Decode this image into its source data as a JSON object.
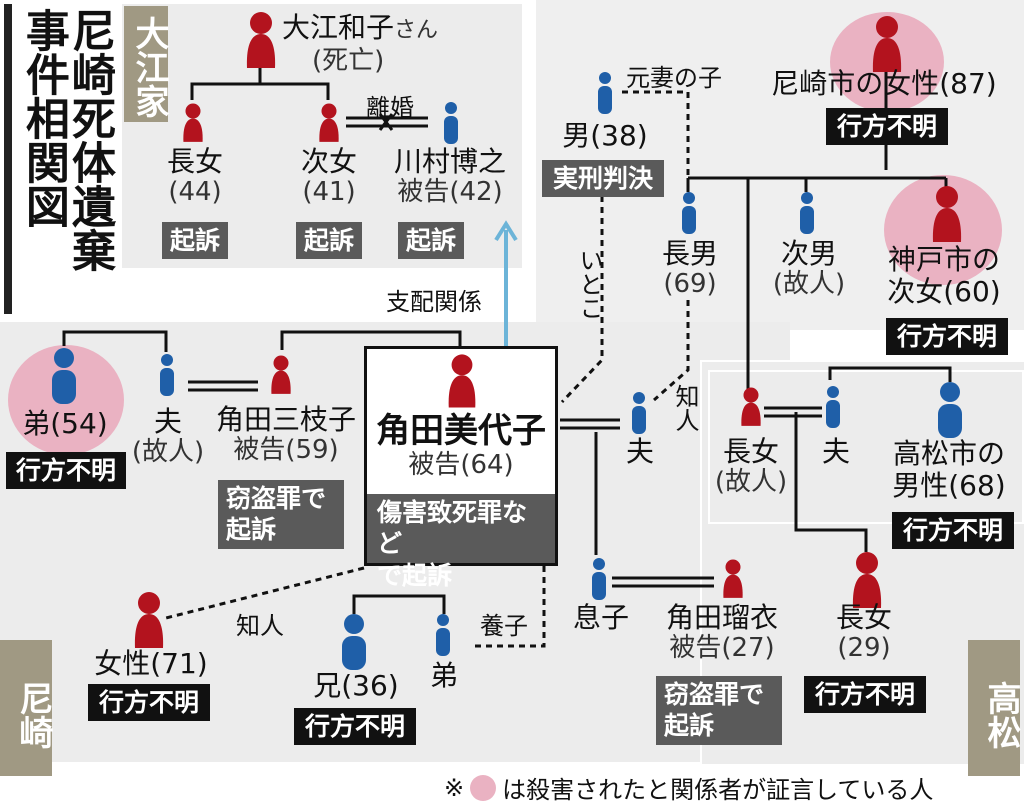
{
  "title": "尼崎死体遺棄事件相関図",
  "groups": {
    "oe": "大江家",
    "amagasaki": "尼崎",
    "takamatsu": "高松"
  },
  "footnote": "※",
  "footnote_text": "は殺害されたと関係者が証言している人",
  "relations": {
    "divorce": "離婚",
    "control": "支配関係",
    "ex_wife_child": "元妻の子",
    "cousin": "いとこ",
    "acquaintance": "知人",
    "acquaintance2": "知人",
    "adopted": "養子"
  },
  "people": {
    "oe_kazuko": {
      "name": "大江和子",
      "suffix": "さん",
      "note": "(死亡)"
    },
    "oe_eldest": {
      "name": "長女",
      "age": "(44)",
      "badge": "起訴"
    },
    "oe_second": {
      "name": "次女",
      "age": "(41)",
      "badge": "起訴"
    },
    "kawamura": {
      "name": "川村博之",
      "line2": "被告(42)",
      "badge": "起訴"
    },
    "man38": {
      "name": "男(38)",
      "badge": "実刑判決"
    },
    "amagasaki_woman": {
      "name": "尼崎市の女性(87)",
      "badge": "行方不明"
    },
    "eldest_son": {
      "name": "長男",
      "age": "(69)"
    },
    "second_son": {
      "name": "次男",
      "note": "(故人)"
    },
    "kobe_daughter": {
      "name": "神戸市の",
      "line2": "次女(60)",
      "badge": "行方不明"
    },
    "younger_brother": {
      "name": "弟(54)",
      "badge": "行方不明"
    },
    "husband_late": {
      "name": "夫",
      "note": "(故人)"
    },
    "mieko": {
      "name": "角田三枝子",
      "line2": "被告(59)",
      "badge_l1": "窃盗罪で",
      "badge_l2": "起訴"
    },
    "miyoko": {
      "name": "角田美代子",
      "line2": "被告(64)",
      "badge_l1": "傷害致死罪など",
      "badge_l2": "で起訴"
    },
    "husband": {
      "name": "夫"
    },
    "t_eldest": {
      "name": "長女",
      "note": "(故人)"
    },
    "t_husband": {
      "name": "夫"
    },
    "takamatsu_man": {
      "name": "高松市の",
      "line2": "男性(68)",
      "badge": "行方不明"
    },
    "woman71": {
      "name": "女性(71)",
      "badge": "行方不明"
    },
    "brother36": {
      "name": "兄(36)",
      "badge": "行方不明"
    },
    "brother_young": {
      "name": "弟"
    },
    "son": {
      "name": "息子"
    },
    "rui": {
      "name": "角田瑠衣",
      "line2": "被告(27)",
      "badge_l1": "窃盗罪で",
      "badge_l2": "起訴"
    },
    "t_daughter29": {
      "name": "長女",
      "age": "(29)",
      "badge": "行方不明"
    }
  },
  "colors": {
    "female": "#b3131e",
    "male": "#1f5fa8",
    "killed_marker": "#eab2c2",
    "control_arrow": "#6cb4d8"
  }
}
